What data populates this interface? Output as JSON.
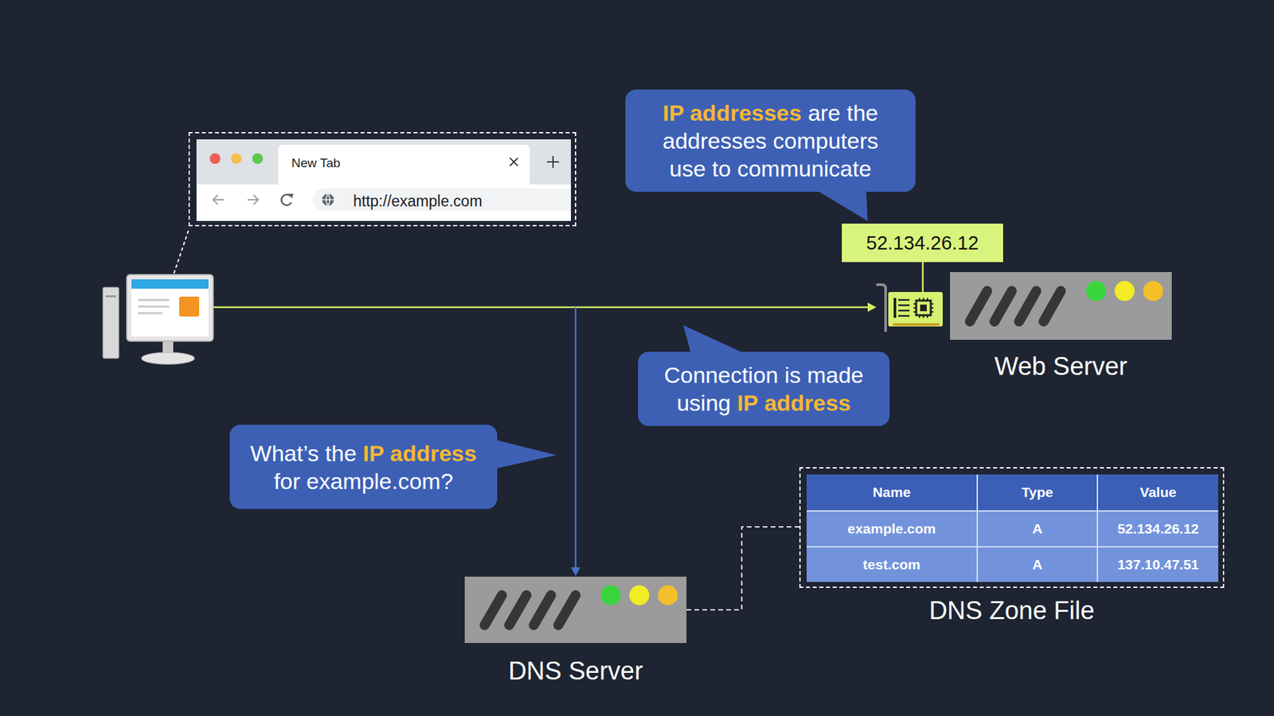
{
  "diagram": {
    "nodes": [
      {
        "text": [
          "New Tab",
          "http://example.com"
        ]
      },
      {
        "text": [
          "IP addresses",
          "are the addresses computers use to communicate"
        ]
      },
      {
        "text": [
          "52.134.26.12"
        ]
      },
      {
        "text": [
          "Web Server"
        ]
      },
      {
        "text": [
          "Connection is made using",
          "IP address"
        ]
      },
      {
        "text": [
          "What’s the",
          "IP address",
          "for example.com?"
        ]
      },
      {
        "text": [
          "DNS Zone File"
        ]
      },
      {
        "text": [
          "DNS Server"
        ]
      }
    ],
    "edges": [
      {
        "from": 7,
        "to": 6,
        "arrow": "none"
      }
    ],
    "labels": [
      "Name",
      "Type",
      "Value",
      "example.com",
      "A",
      "52.134.26.12",
      "test.com",
      "A",
      "137.10.47.51"
    ]
  }
}
